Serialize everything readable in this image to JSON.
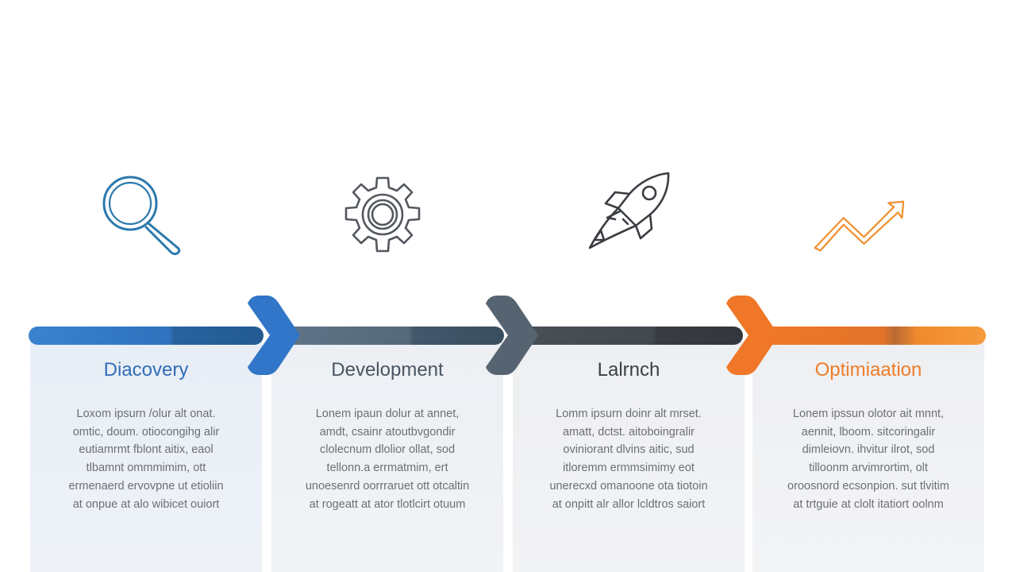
{
  "colors": {
    "phase_1": "#2f6db6",
    "phase_2": "#4b5d6e",
    "phase_3": "#3f444b",
    "phase_4": "#ef7d2a"
  },
  "phases": [
    {
      "icon": "magnifier-icon",
      "title": "Diacovery",
      "description": "Loxom ipsurn /olur alt onat.\nomtic, doum. otiocongihg alir\neutiamrmt fblont aitix, eaol\ntlbamnt ommmimim, ott\nermenaerd ervovpne ut etioliin\nat onpue at alo wibicet ouiort"
    },
    {
      "icon": "gear-icon",
      "title": "Development",
      "description": "Lonem ipaun dolur at annet,\namdt, csainr atoutbvgondir\nclolecnum dlolior ollat, sod\ntellonn.a errmatmim, ert\nunoesenrd oorrraruet ott otcaltin\nat rogeatt at ator tlotlcirt otuum"
    },
    {
      "icon": "rocket-icon",
      "title": "Lalrnch",
      "description": "Lomm ipsurn doinr alt mrset.\namatt, dctst. aitoboingralir\noviniorant dlvins aitic, sud\nitloremm ermmsimimy eot\nunerecxd omanoone ota tiotoin\nat onpitt alr allor lcldtros saiort"
    },
    {
      "icon": "trend-up-icon",
      "title": "Optimiaation",
      "description": "Lonem ipssun olotor ait mnnt,\naennit, lboom. sitcoringalir\ndimleiovn. ihvitur ilrot, sod\ntilloonm arvimrortim, olt\noroosnord ecsonpion. sut tlvitim\nat trtguie at clolt itatiort oolnm"
    }
  ]
}
